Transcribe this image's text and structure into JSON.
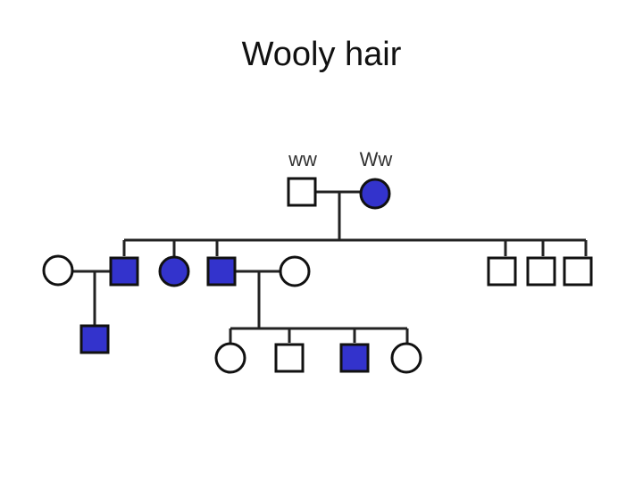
{
  "title": "Wooly hair",
  "colors": {
    "affected": "#3333cc",
    "unaffected": "#ffffff",
    "outline": "#111111",
    "line": "#222222"
  },
  "pedigree": {
    "generation_1": {
      "father": {
        "sex": "male",
        "affected": false,
        "genotype": "ww"
      },
      "mother": {
        "sex": "female",
        "affected": true,
        "genotype": "Ww"
      }
    },
    "generation_2": [
      {
        "id": "g2-spouse-1",
        "sex": "female",
        "affected": false,
        "role": "married-in"
      },
      {
        "id": "g2-child-1",
        "sex": "male",
        "affected": true
      },
      {
        "id": "g2-child-2",
        "sex": "female",
        "affected": true
      },
      {
        "id": "g2-child-3",
        "sex": "male",
        "affected": true
      },
      {
        "id": "g2-spouse-2",
        "sex": "female",
        "affected": false,
        "role": "married-in"
      },
      {
        "id": "g2-child-4",
        "sex": "male",
        "affected": false
      },
      {
        "id": "g2-child-5",
        "sex": "male",
        "affected": false
      },
      {
        "id": "g2-child-6",
        "sex": "male",
        "affected": false
      }
    ],
    "generation_3": [
      {
        "id": "g3-a-1",
        "sex": "male",
        "affected": true,
        "parents": "g2-spouse-1 x g2-child-1"
      },
      {
        "id": "g3-b-1",
        "sex": "female",
        "affected": false,
        "parents": "g2-child-3 x g2-spouse-2"
      },
      {
        "id": "g3-b-2",
        "sex": "male",
        "affected": false,
        "parents": "g2-child-3 x g2-spouse-2"
      },
      {
        "id": "g3-b-3",
        "sex": "male",
        "affected": true,
        "parents": "g2-child-3 x g2-spouse-2"
      },
      {
        "id": "g3-b-4",
        "sex": "female",
        "affected": false,
        "parents": "g2-child-3 x g2-spouse-2"
      }
    ]
  }
}
